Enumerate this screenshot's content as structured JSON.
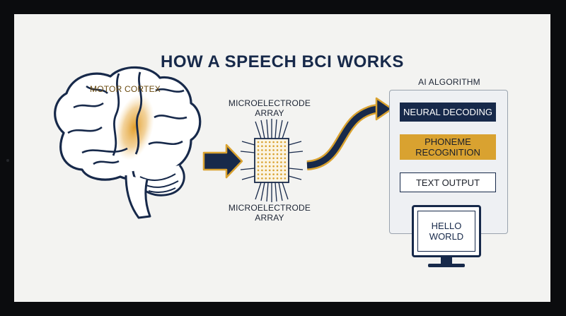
{
  "title": "HOW A SPEECH BCI WORKS",
  "brain": {
    "label": "MOTOR CORTEX"
  },
  "array": {
    "label_top": "MICROELECTRODE ARRAY",
    "label_bottom": "MICROELECTRODE ARRAY"
  },
  "ai": {
    "label": "AI ALGORITHM",
    "stages": [
      "NEURAL DECODING",
      "PHONEME RECOGNITION",
      "TEXT OUTPUT"
    ]
  },
  "monitor": {
    "text": "HELLO WORLD"
  },
  "icons": {
    "brain": "brain-icon",
    "array": "microelectrode-array-icon",
    "arrow": "arrow-right-icon",
    "curved_arrow": "curved-arrow-icon",
    "monitor": "monitor-icon"
  },
  "colors": {
    "navy": "#17294a",
    "gold": "#d9a230",
    "background": "#f3f3f1"
  }
}
